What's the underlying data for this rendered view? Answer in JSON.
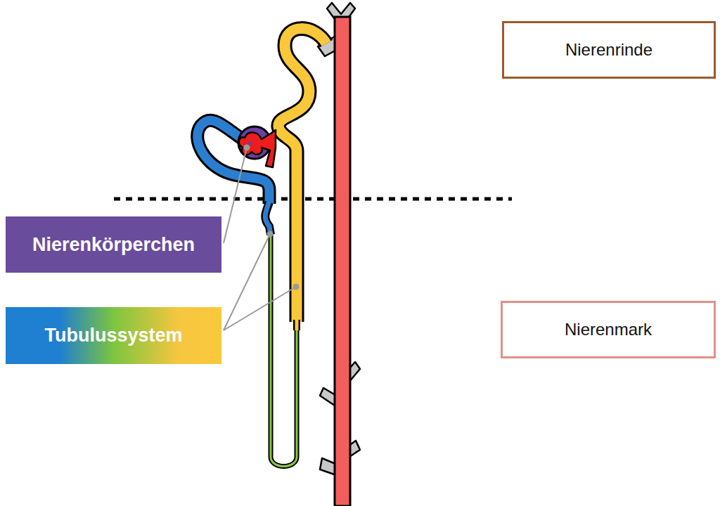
{
  "diagram": {
    "nodes": [
      {
        "text": [
          "Nierenrinde"
        ]
      },
      {
        "text": [
          "Nierenkörperchen"
        ]
      },
      {
        "text": [
          "Tubulussystem"
        ]
      },
      {
        "text": [
          "Nierenmark"
        ]
      }
    ]
  }
}
